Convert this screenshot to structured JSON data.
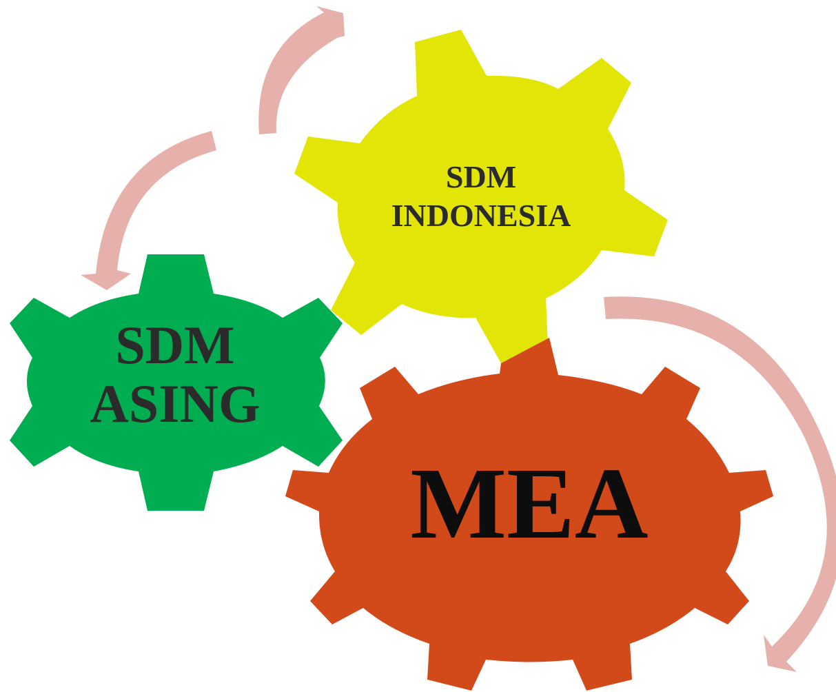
{
  "diagram": {
    "gears": [
      {
        "id": "sdm-indonesia",
        "lines": [
          "SDM",
          "INDONESIA"
        ],
        "color": "#e2e505",
        "text_color": "#2b2b2b"
      },
      {
        "id": "sdm-asing",
        "lines": [
          "SDM",
          "ASING"
        ],
        "color": "#00ad50",
        "text_color": "#2b2b2b"
      },
      {
        "id": "mea",
        "lines": [
          "MEA"
        ],
        "color": "#d24a19",
        "text_color": "#0d0d0d"
      }
    ],
    "arrow_color": "#e6b0ab",
    "arrows": [
      {
        "from": "sdm-asing",
        "to": "sdm-indonesia",
        "direction": "clockwise"
      },
      {
        "from": "sdm-indonesia",
        "to": "sdm-asing",
        "direction": "counter-clockwise"
      },
      {
        "from": "sdm-indonesia",
        "to": "mea",
        "direction": "clockwise"
      }
    ]
  }
}
